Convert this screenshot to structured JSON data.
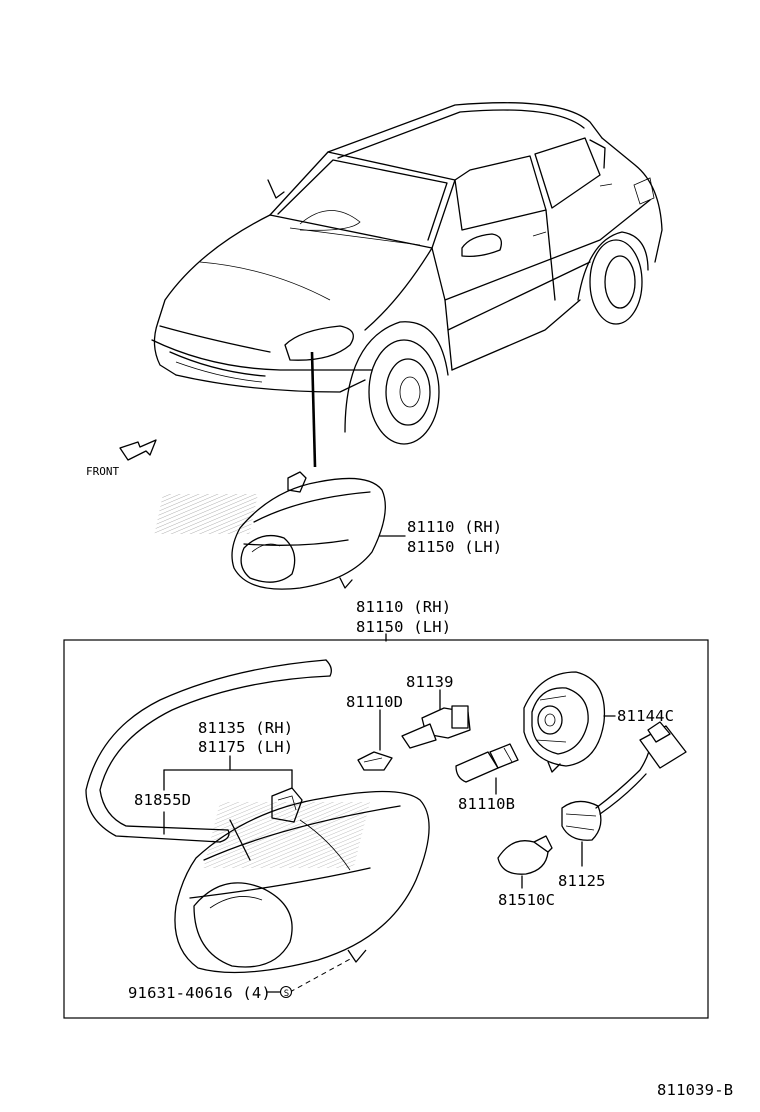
{
  "diagram": {
    "labels": {
      "front": "FRONT",
      "headlamp_top_rh": "81110 (RH)",
      "headlamp_top_lh": "81150 (LH)",
      "group_rh": "81110 (RH)",
      "group_lh": "81150 (LH)",
      "bulb_81139": "81139",
      "clip_81110d": "81110D",
      "socket_81144c": "81144C",
      "lens_rh": "81135 (RH)",
      "lens_lh": "81175 (LH)",
      "gasket_81855d": "81855D",
      "bulb_81110b": "81110B",
      "socket_81125": "81125",
      "bulb_81510c": "81510C",
      "screw": "91631-40616 (4)",
      "screw_symbol": "S",
      "figure_id": "811039-B"
    }
  }
}
